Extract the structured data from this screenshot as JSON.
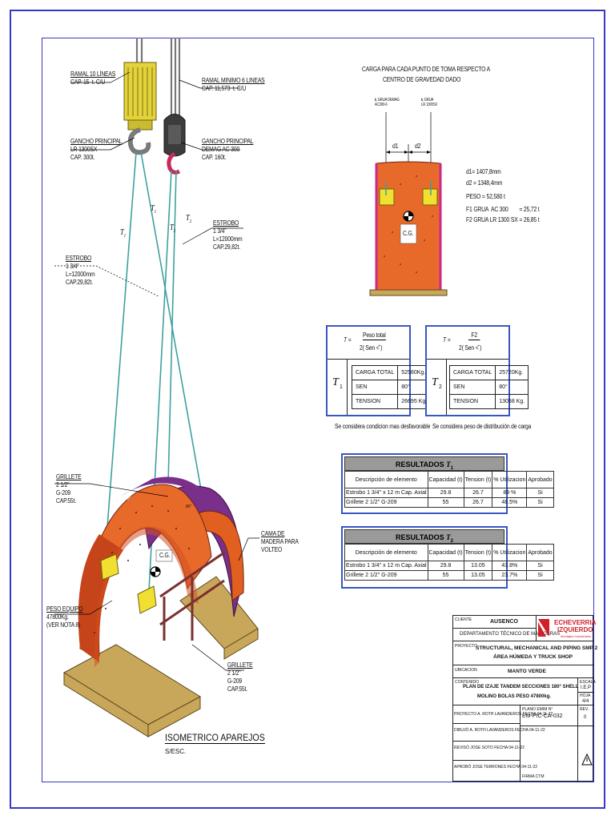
{
  "left": {
    "ramal10": [
      "RAMAL 10 LÍNEAS",
      "CAP. 15  t. C/U"
    ],
    "ramal6": [
      "RAMAL MINIMO 6 LINEAS",
      "CAP. 11,573  t. C/U"
    ],
    "gancho_lr": [
      "GANCHO PRINCIPAL",
      "LR 1300SX",
      "CAP. 300t."
    ],
    "gancho_demag": [
      "GANCHO PRINCIPAL",
      "DEMAG AC 300",
      "CAP. 160t."
    ],
    "estrobo_right": [
      "ESTROBO",
      "1 3/4\"",
      "L=12000mm",
      "CAP.29,82t."
    ],
    "estrobo_left": [
      "ESTROBO",
      "1 3/4\"",
      "L=12000mm",
      "CAP.29,82t."
    ],
    "grillete_top": [
      "GRILLETE",
      "2 1/2\"",
      "G-209",
      "CAP.55t."
    ],
    "grillete_bottom": [
      "GRILLETE",
      "2 1/2\"",
      "G-209",
      "CAP.55t."
    ],
    "cama": [
      "CAMA DE",
      "MADERA PARA",
      "VOLTEO"
    ],
    "peso": [
      "PESO EQUIPO",
      "47800Kg.",
      "(VER NOTA 8)"
    ],
    "t1": "T",
    "t1_sub": "1",
    "t2": "T",
    "t2_sub": "2",
    "cg": "C.G.",
    "ang1": "80°",
    "ang2": "80°",
    "iso_title": "ISOMETRICO APAREJOS",
    "iso_sub": "S/ESC."
  },
  "right_diagram": {
    "title1": "CARGA PARA CADA PUNTO DE TOMA RESPECTO A",
    "title2": "CENTRO DE GRAVEDAD DADO",
    "grua1": [
      "℄ GRUA DEMAG",
      "AC300-6"
    ],
    "grua2": [
      "℄ GRUA",
      "LR 1300SX"
    ],
    "d1": "d1",
    "d2": "d2",
    "cg": "C.G.",
    "notes": [
      "d1= 1407,8mm",
      "d2 = 1348,4mm",
      "PESO = 52,580 t",
      "F1 GRUA  AC 300        = 25,72 t",
      "F2 GRUA LR 1300 SX = 26,85 t"
    ]
  },
  "formula1": {
    "lhs": "T =",
    "num": "Peso total",
    "den": "2( Sen <̂ )",
    "sym": "T",
    "sub": "1",
    "rows": [
      [
        "CARGA TOTAL",
        "52580Kg."
      ],
      [
        "SEN",
        "80°"
      ],
      [
        "TENSION",
        "26695 Kg."
      ]
    ],
    "caption": "Se considera condicion mas desfavorable"
  },
  "formula2": {
    "lhs": "T =",
    "num": "F2",
    "den": "2( Sen <̂ )",
    "sym": "T",
    "sub": "2",
    "rows": [
      [
        "CARGA TOTAL",
        "25720Kg."
      ],
      [
        "SEN",
        "80°"
      ],
      [
        "TENSION",
        "13058 Kg."
      ]
    ],
    "caption": "Se considera peso de distribución de carga"
  },
  "results1": {
    "title": "RESULTADOS",
    "sym": "T",
    "sub": "1",
    "headers": [
      "Descripción de elemento",
      "Capacidad (t)",
      "Tension (t)",
      "% Utilizacion",
      "Aprobado"
    ],
    "rows": [
      [
        "Estrobo 1 3/4\" x 12 m Cap. Axial",
        "29.8",
        "26.7",
        "89 %",
        "Si"
      ],
      [
        "Grillete 2 1/2\" G-209",
        "55",
        "26.7",
        "48.5%",
        "Si"
      ]
    ]
  },
  "results2": {
    "title": "RESULTADOS",
    "sym": "T",
    "sub": "2",
    "headers": [
      "Descripción de elemento",
      "Capacidad (t)",
      "Tension (t)",
      "% Utilizacion",
      "Aprobado"
    ],
    "rows": [
      [
        "Estrobo 1 3/4\" x 12 m Cap. Axial",
        "29.8",
        "13.05",
        "43.8%",
        "Si"
      ],
      [
        "Grillete 2 1/2\" G-209",
        "55",
        "13.05",
        "23.7%",
        "Si"
      ]
    ]
  },
  "titleblock": {
    "cliente_lbl": "CLIENTE",
    "cliente": "AUSENCO",
    "depto": "DEPARTAMENTO TÉCNICO DE MANIOBRAS",
    "logo1": "ECHEVERRIA",
    "logo2": "IZQUIERDO",
    "logo3": "Montajes Industriales",
    "proyecto_lbl": "PROYECTO",
    "proyecto1": "STRUCTURAL, MECHANICAL AND PIPING SMP 2",
    "proyecto2": "ÁREA HÚMEDA Y TRUCK SHOP",
    "ubicacion_lbl": "UBICACION",
    "ubicacion": "MANTO VERDE",
    "contenido_lbl": "CONTENIDO",
    "contenido1": "PLAN DE IZAJE TANDEM SECCIONES 180° SHELL",
    "contenido2": "MOLINO BOLAS  PESO 47800kg.",
    "escala_lbl": "ESCALA",
    "escala": "I.E.P",
    "hoja_lbl": "HOJA",
    "hoja": "4/4",
    "plano_lbl": "PLANO EMIM N°",
    "plano": "EM-PIC-CA-032",
    "rev_lbl": "REV.",
    "rev": "0",
    "firma": "FIRMA CTM",
    "rows": [
      [
        "PROYECTO",
        "A. ROTH LAVANDEROS",
        "FECHA",
        "04-11-22"
      ],
      [
        "DIBUJÓ",
        "A. ROTH LAVANDEROS",
        "FECHA",
        "04-11-22"
      ],
      [
        "REVISÓ",
        "JOSE SOTO",
        "FECHA",
        "04-11-22"
      ],
      [
        "APROBÓ",
        "JOSE TERRONES",
        "FECHA",
        "04-11-22"
      ]
    ]
  }
}
